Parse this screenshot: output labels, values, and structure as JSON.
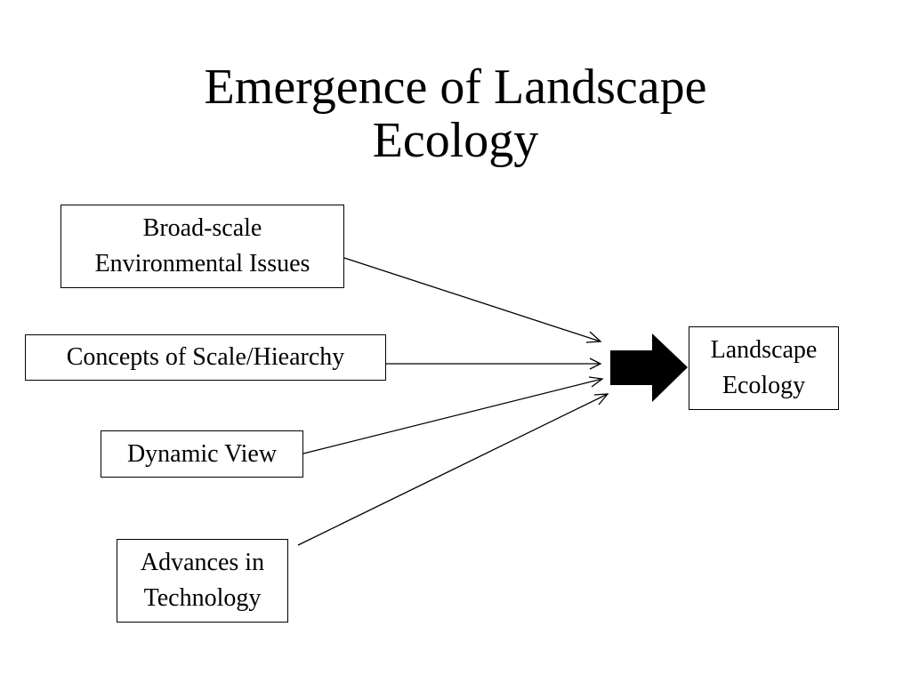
{
  "title": {
    "line1": "Emergence of Landscape",
    "line2": "Ecology"
  },
  "inputs": {
    "broad_scale": {
      "line1": "Broad-scale",
      "line2": "Environmental Issues"
    },
    "scale": {
      "line1": "Concepts of Scale/Hiearchy"
    },
    "dynamic": {
      "line1": "Dynamic View"
    },
    "technology": {
      "line1": "Advances in",
      "line2": "Technology"
    }
  },
  "result": {
    "line1": "Landscape",
    "line2": "Ecology"
  },
  "colors": {
    "line": "#000000",
    "background": "#ffffff"
  }
}
